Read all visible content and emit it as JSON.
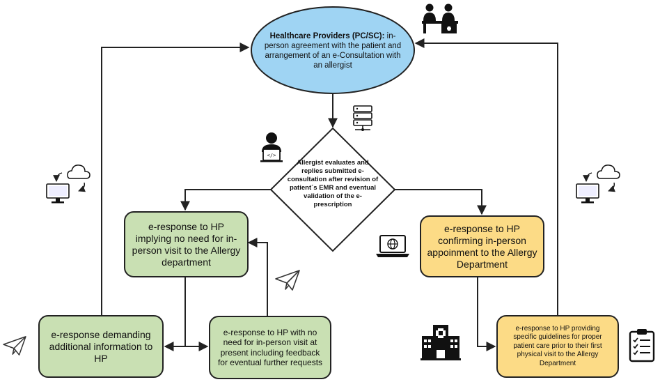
{
  "nodes": {
    "healthcare_providers": {
      "title": "Healthcare Providers (PC/SC):",
      "text": "in-person agreement  with the patient and arrangement of an e-Consultation with an allergist"
    },
    "allergist_decision": {
      "text": "Allergist evaluates and replies submitted e-consultation after revision of patient´s EMR and eventual validation of the e-prescription"
    },
    "no_need_visit": {
      "text": "e-response to HP implying no need for in-person visit to the Allergy department"
    },
    "confirm_appointment": {
      "text": "e-response to HP confirming in-person appoinment to the Allergy Department"
    },
    "demand_info": {
      "text": "e-response demanding additional information to HP"
    },
    "no_need_feedback": {
      "text": "e-response to HP with no need for in-person visit at present including feedback for eventual further requests"
    },
    "guidelines": {
      "text": "e-response to HP providing specific guidelines for proper patient care prior to their first physical visit to the Allergy Department"
    }
  },
  "colors": {
    "ellipse_fill": "#9fd4f3",
    "green_fill": "#c9e0b3",
    "yellow_fill": "#fcdb86",
    "stroke": "#222222"
  },
  "icons": [
    "doctor-patient-icon",
    "server-icon",
    "allergist-computer-icon",
    "cloud-sync-left-icon",
    "cloud-sync-right-icon",
    "laptop-globe-icon",
    "paper-plane-center-icon",
    "paper-plane-left-icon",
    "hospital-icon",
    "clipboard-checklist-icon"
  ]
}
